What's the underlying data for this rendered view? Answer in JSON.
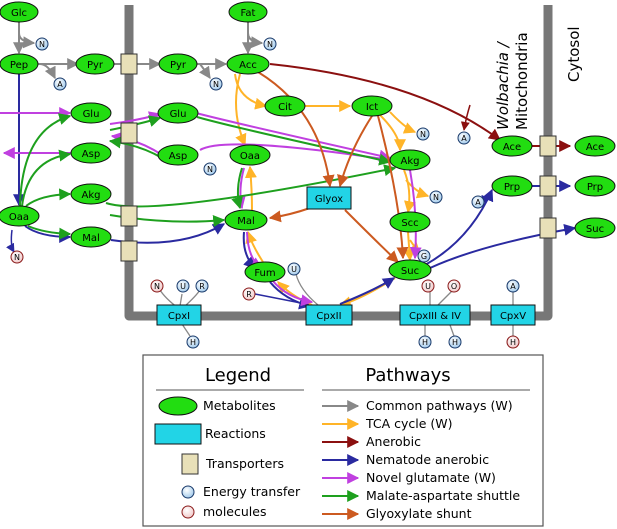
{
  "regions": {
    "wolbachia": "Wolbachia /",
    "mitochondria": "Mitochondria",
    "cytosol": "Cytosol"
  },
  "metabolites": {
    "glc": "Glc",
    "pep": "Pep",
    "oaa_left": "Oaa",
    "glu_left": "Glu",
    "asp_left": "Asp",
    "akg_left": "Akg",
    "mal_left": "Mal",
    "pyr_left": "Pyr",
    "pyr_mid": "Pyr",
    "glu_mid": "Glu",
    "asp_mid": "Asp",
    "fat": "Fat",
    "acc": "Acc",
    "cit": "Cit",
    "ict": "Ict",
    "oaa_mid": "Oaa",
    "akg_right": "Akg",
    "mal_mid": "Mal",
    "scc": "Scc",
    "fum": "Fum",
    "suc_mid": "Suc",
    "ace_in": "Ace",
    "ace_out": "Ace",
    "prp_in": "Prp",
    "prp_out": "Prp",
    "suc_out": "Suc"
  },
  "reactions": {
    "glyox": "Glyox",
    "cpx1": "CpxI",
    "cpx2": "CpxII",
    "cpx34": "CpxIII & IV",
    "cpx5": "CpxV"
  },
  "molecules": {
    "n": "N",
    "a": "A",
    "u": "U",
    "r": "R",
    "h": "H",
    "o": "O",
    "g": "G"
  },
  "colors": {
    "metabolite": "#22dd11",
    "reaction": "#22d4e6",
    "transporter": "#e8e0b8",
    "membrane": "#777777",
    "common": "#888888",
    "tca": "#ffb428",
    "anerobic": "#8b1010",
    "nematode": "#2a2aa0",
    "glutamate": "#c040e0",
    "shuttle": "#1ea01e",
    "glyoxylate": "#cc5a20"
  },
  "legend": {
    "title": "Legend",
    "items": [
      "Metabolites",
      "Reactions",
      "Transporters",
      "Energy transfer",
      "molecules"
    ],
    "pathways_title": "Pathways",
    "pathways": [
      "Common pathways (W)",
      "TCA cycle (W)",
      "Anerobic",
      "Nematode anerobic",
      "Novel glutamate (W)",
      "Malate-aspartate shuttle",
      "Glyoxylate shunt"
    ]
  }
}
